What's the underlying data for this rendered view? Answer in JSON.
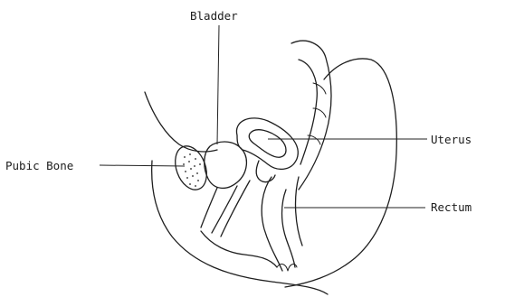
{
  "labels": {
    "bladder": "Bladder",
    "uterus": "Uterus",
    "pubic_bone": "Pubic Bone",
    "rectum": "Rectum"
  },
  "colors": {
    "ink": "#1f1f1f",
    "background": "#ffffff"
  }
}
